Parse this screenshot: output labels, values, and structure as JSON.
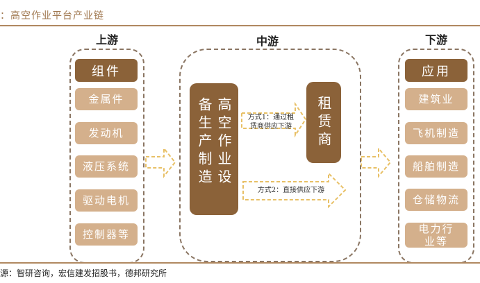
{
  "title": "：高空作业平台产业链",
  "upstream": {
    "header": "上游",
    "category": "组件",
    "items": [
      "金属件",
      "发动机",
      "液压系统",
      "驱动电机",
      "控制器等"
    ]
  },
  "midstream": {
    "header": "中游",
    "manufacturer": "高空作业设备生产制造",
    "lessor": "租赁商",
    "route1": "方式1：通过租赁商供应下游",
    "route2": "方式2：直接供应下游"
  },
  "downstream": {
    "header": "下游",
    "category": "应用",
    "items": [
      "建筑业",
      "飞机制造",
      "船舶制造",
      "仓储物流",
      "电力行业等"
    ]
  },
  "source": "源：智研咨询，宏信建发招股书，德邦研究所",
  "colors": {
    "dark": "#8B6239",
    "light": "#D4B08C",
    "arrow": "#E8C066"
  }
}
